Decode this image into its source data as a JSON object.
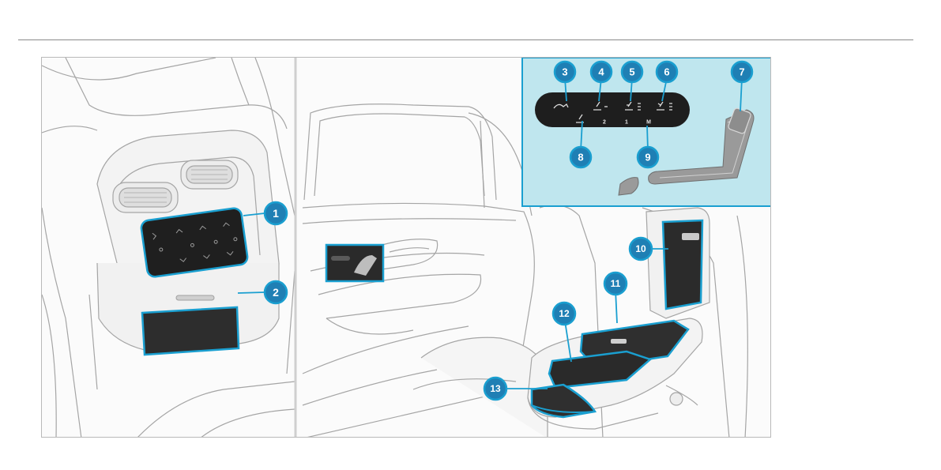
{
  "colors": {
    "accent": "#1a9fd0",
    "callout_fill": "#1f7fb4",
    "inset_bg": "#bfe6ee",
    "panel_dark": "#2a2a2a",
    "line": "#9a9a9a"
  },
  "panel_labels": {
    "key_2": "2",
    "key_1": "1",
    "key_m": "M"
  },
  "callouts": [
    {
      "id": "1",
      "label": "1"
    },
    {
      "id": "2",
      "label": "2"
    },
    {
      "id": "3",
      "label": "3"
    },
    {
      "id": "4",
      "label": "4"
    },
    {
      "id": "5",
      "label": "5"
    },
    {
      "id": "6",
      "label": "6"
    },
    {
      "id": "7",
      "label": "7"
    },
    {
      "id": "8",
      "label": "8"
    },
    {
      "id": "9",
      "label": "9"
    },
    {
      "id": "10",
      "label": "10"
    },
    {
      "id": "11",
      "label": "11"
    },
    {
      "id": "12",
      "label": "12"
    },
    {
      "id": "13",
      "label": "13"
    }
  ]
}
